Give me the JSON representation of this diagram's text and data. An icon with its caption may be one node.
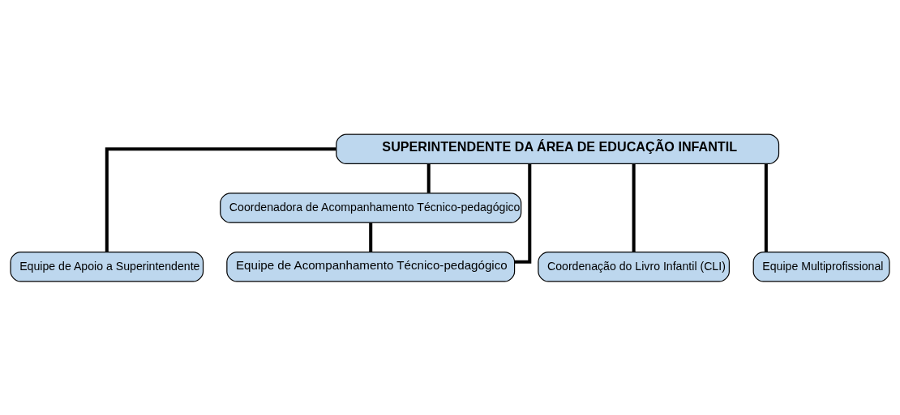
{
  "diagram": {
    "nodes": [
      {
        "text": [
          "SUPERINTENDENTE DA ÁREA DE EDUCAÇÃO INFANTIL"
        ]
      },
      {
        "text": [
          "Coordenadora de Acompanhamento Técnico-pedagógico"
        ]
      },
      {
        "text": [
          "Equipe de Apoio a Superintendente"
        ]
      },
      {
        "text": [
          "Equipe de Acompanhamento Técnico-pedagógico"
        ]
      },
      {
        "text": [
          "Coordenação do Livro Infantil (CLI)"
        ]
      },
      {
        "text": [
          "Equipe Multiprofissional"
        ]
      }
    ],
    "edges": [
      {
        "from": 0,
        "to": 1,
        "arrow": "none"
      },
      {
        "from": 0,
        "to": 2,
        "arrow": "none"
      },
      {
        "from": 0,
        "to": 3,
        "arrow": "none"
      },
      {
        "from": 0,
        "to": 4,
        "arrow": "none"
      },
      {
        "from": 0,
        "to": 5,
        "arrow": "none"
      },
      {
        "from": 1,
        "to": 3,
        "arrow": "none"
      }
    ]
  }
}
